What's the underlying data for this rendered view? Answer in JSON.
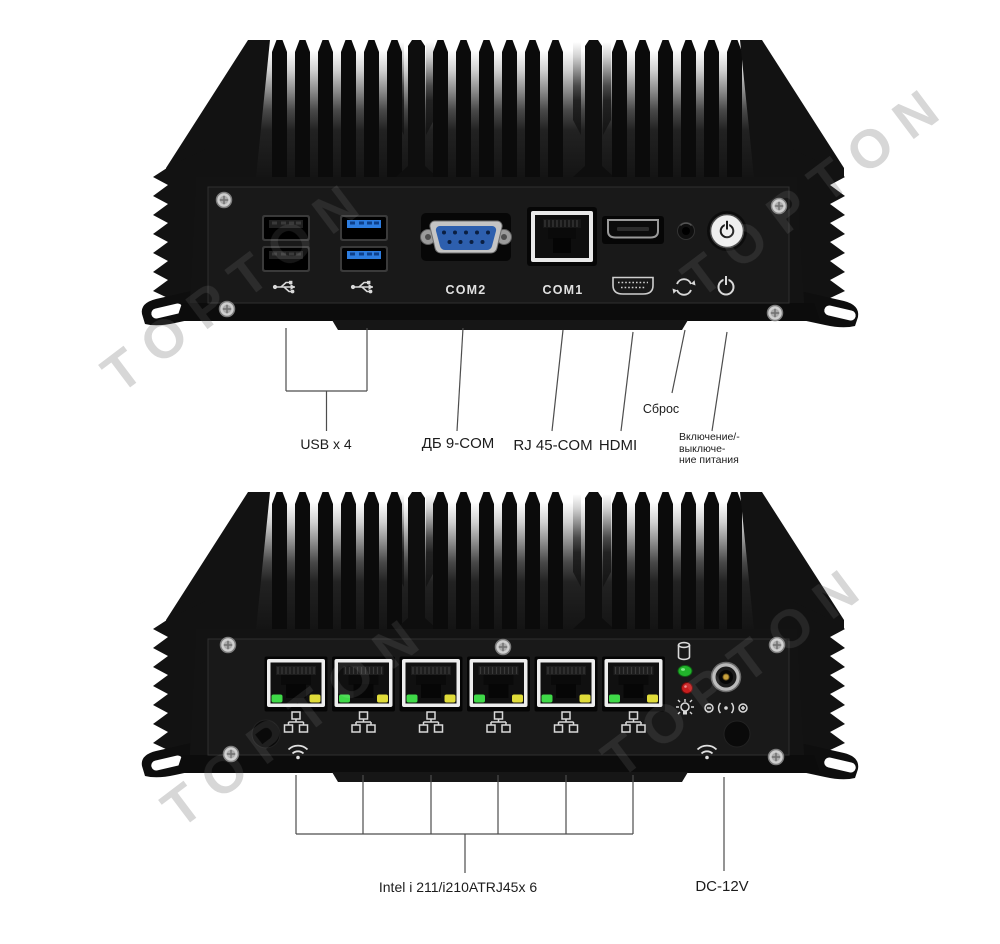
{
  "watermark": "TOPTON",
  "front_view": {
    "port_labels": {
      "com2": "COM2",
      "com1": "COM1"
    },
    "callouts": {
      "usb": "USB x 4",
      "db9": "ДБ 9-COM",
      "rj45": "RJ 45-COM",
      "hdmi": "HDMI",
      "reset": "Сброс",
      "power_line1": "Включение/-",
      "power_line2": "выключе-",
      "power_line3": "ние питания"
    },
    "icons": [
      "usb-icon",
      "hdmi-icon",
      "reset-icon",
      "power-icon"
    ]
  },
  "rear_view": {
    "callouts": {
      "lan": "Intel i 211/i210ATRJ45x 6",
      "dc": "DC-12V"
    },
    "lan_port_count": 6,
    "icons": [
      "network-icon",
      "wifi-icon",
      "hdd-icon",
      "run-led",
      "alarm-led",
      "bulb-icon",
      "dc-polarity-icon"
    ]
  }
}
